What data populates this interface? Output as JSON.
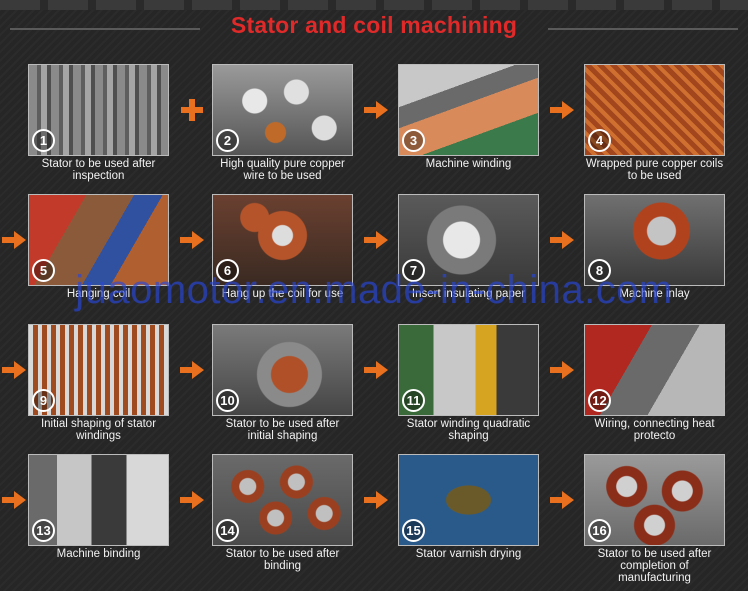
{
  "title": "Stator and coil machining",
  "watermark": "juaomotor.en.made-in-china.com",
  "steps": [
    {
      "num": "1",
      "caption": "Stator to be used after inspection"
    },
    {
      "num": "2",
      "caption": "High quality pure copper wire to be used"
    },
    {
      "num": "3",
      "caption": "Machine winding"
    },
    {
      "num": "4",
      "caption": "Wrapped pure copper coils to be used"
    },
    {
      "num": "5",
      "caption": "Hanging coil"
    },
    {
      "num": "6",
      "caption": "Hang up the coil for use"
    },
    {
      "num": "7",
      "caption": "Insert insulating paper"
    },
    {
      "num": "8",
      "caption": "Machine inlay"
    },
    {
      "num": "9",
      "caption": "Initial shaping of stator windings"
    },
    {
      "num": "10",
      "caption": "Stator to be used after initial shaping"
    },
    {
      "num": "11",
      "caption": "Stator winding quadratic shaping"
    },
    {
      "num": "12",
      "caption": "Wiring, connecting heat protecto"
    },
    {
      "num": "13",
      "caption": "Machine binding"
    },
    {
      "num": "14",
      "caption": "Stator to be used after binding"
    },
    {
      "num": "15",
      "caption": "Stator varnish drying"
    },
    {
      "num": "16",
      "caption": "Stator to be used after completion of manufacturing"
    }
  ],
  "colors": {
    "title": "#e02a2a",
    "arrow": "#e8701e",
    "background": "#262626",
    "watermark": "#2846dc"
  },
  "icons": {
    "connector_first": "plus-icon",
    "connector": "arrow-right-icon"
  }
}
